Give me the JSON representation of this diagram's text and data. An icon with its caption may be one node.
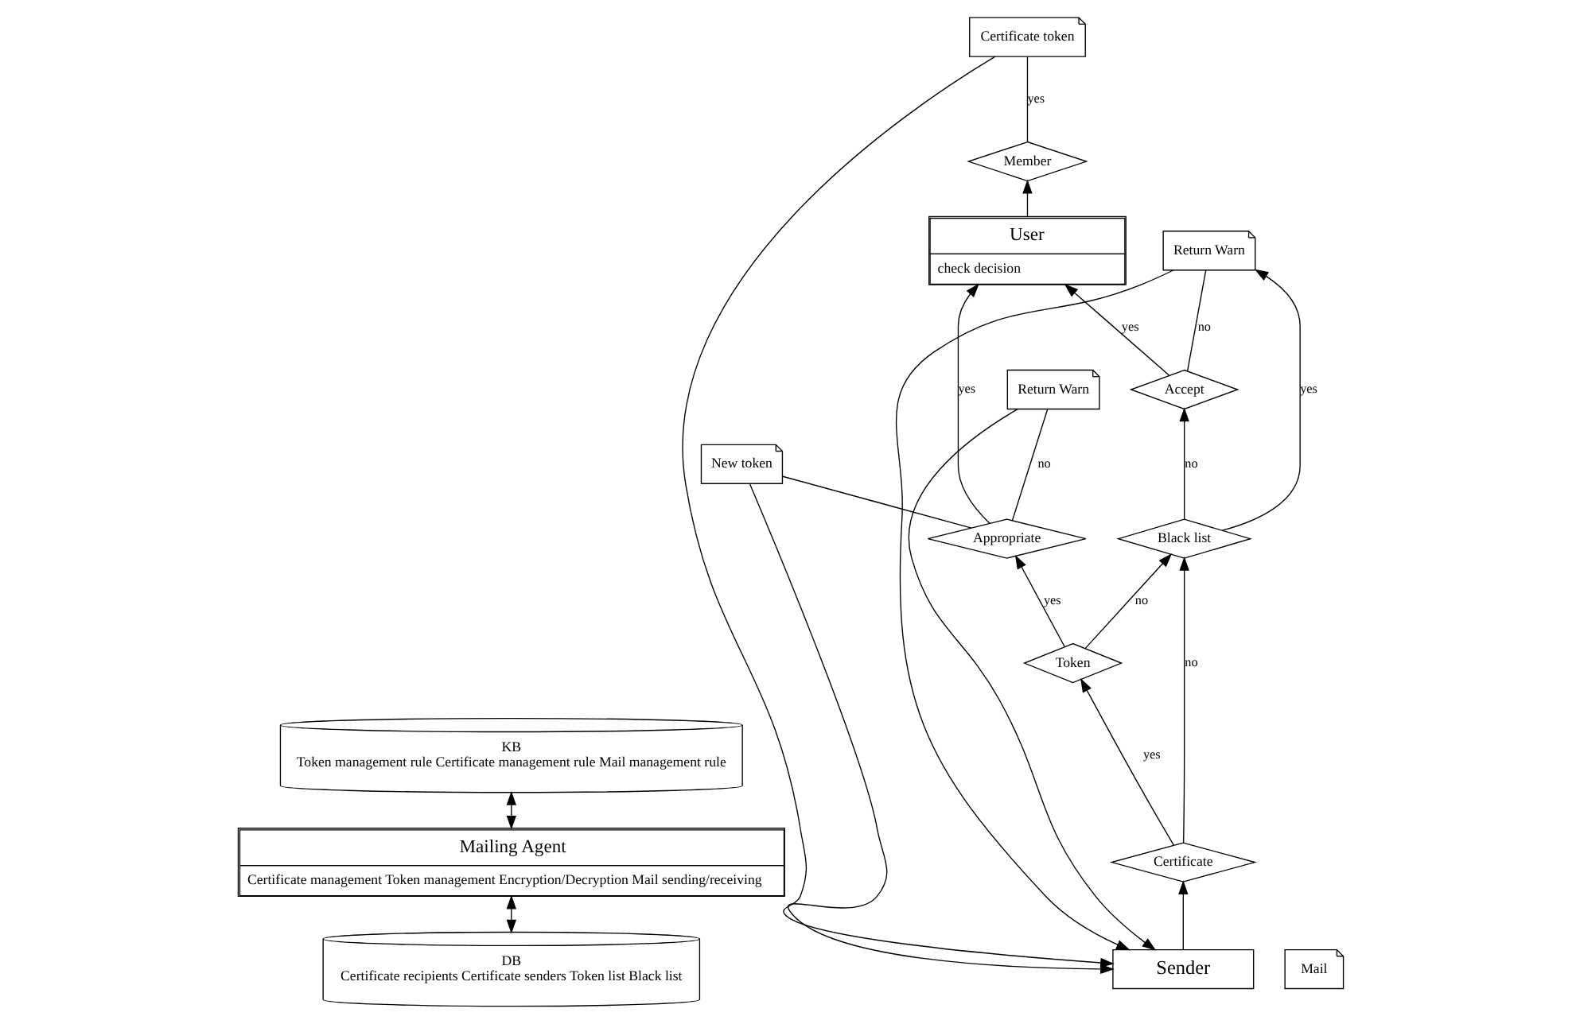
{
  "diagram": {
    "nodes": [
      {
        "text": [
          "KB",
          "Token management rule Certificate management rule Mail management rule"
        ]
      },
      {
        "text": [
          "Mailing Agent",
          "Certificate management Token management Encryption/Decryption Mail sending/receiving"
        ]
      },
      {
        "text": [
          "DB",
          "Certificate recipients Certificate senders Token list Black list"
        ]
      },
      {
        "text": [
          "User",
          "check decision"
        ]
      },
      {
        "text": [
          "Member"
        ]
      },
      {
        "text": [
          "Certificate token"
        ]
      },
      {
        "text": [
          "New token"
        ]
      },
      {
        "text": [
          "Accept"
        ]
      },
      {
        "text": [
          "Appropriate"
        ]
      },
      {
        "text": [
          "Token"
        ]
      },
      {
        "text": [
          "Black list"
        ]
      },
      {
        "text": [
          "Certificate"
        ]
      },
      {
        "text": [
          "Mail"
        ]
      },
      {
        "text": [
          "Return Warn"
        ]
      },
      {
        "text": [
          "Return Warn"
        ]
      },
      {
        "text": [
          "Sender"
        ]
      }
    ],
    "edges": [
      {
        "from": 0,
        "to": 1,
        "arrow": "both"
      },
      {
        "from": 1,
        "to": 2,
        "arrow": "both"
      },
      {
        "from": 3,
        "to": 4,
        "arrow": "to"
      },
      {
        "from": 4,
        "to": 5,
        "arrow": "none",
        "label": "yes"
      },
      {
        "from": 5,
        "to": 15,
        "arrow": "to"
      },
      {
        "from": 7,
        "to": 3,
        "arrow": "to",
        "label": "yes"
      },
      {
        "from": 8,
        "to": 3,
        "arrow": "to",
        "label": "yes"
      },
      {
        "from": 8,
        "to": 6,
        "arrow": "none"
      },
      {
        "from": 6,
        "to": 15,
        "arrow": "to"
      },
      {
        "from": 8,
        "to": 14,
        "arrow": "none",
        "label": "no"
      },
      {
        "from": 14,
        "to": 15,
        "arrow": "to"
      },
      {
        "from": 9,
        "to": 8,
        "arrow": "to",
        "label": "yes"
      },
      {
        "from": 10,
        "to": 7,
        "arrow": "to",
        "label": "no"
      },
      {
        "from": 7,
        "to": 13,
        "arrow": "none",
        "label": "no"
      },
      {
        "from": 10,
        "to": 13,
        "arrow": "to",
        "label": "yes"
      },
      {
        "from": 13,
        "to": 15,
        "arrow": "to"
      },
      {
        "from": 9,
        "to": 10,
        "arrow": "to",
        "label": "no"
      },
      {
        "from": 11,
        "to": 9,
        "arrow": "to",
        "label": "yes"
      },
      {
        "from": 11,
        "to": 10,
        "arrow": "to",
        "label": "no"
      },
      {
        "from": 15,
        "to": 11,
        "arrow": "to"
      }
    ]
  }
}
